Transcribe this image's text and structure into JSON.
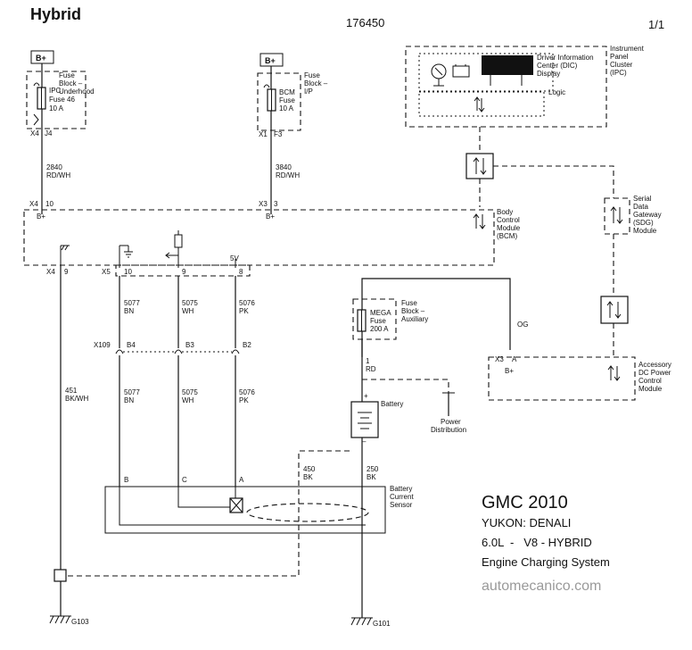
{
  "header": {
    "title": "Hybrid",
    "doc_number": "176450",
    "page": "1/1"
  },
  "supplies": {
    "bplus_1": "B+",
    "bplus_2": "B+"
  },
  "fuse_blocks": {
    "underhood_label": [
      "Fuse",
      "Block –",
      "Underhood"
    ],
    "ipc_fuse": [
      "IPC",
      "Fuse 46",
      "10 A"
    ],
    "ip_label": [
      "Fuse",
      "Block –",
      "I/P"
    ],
    "bcm_fuse": [
      "BCM",
      "Fuse",
      "10 A"
    ],
    "auxiliary_label": [
      "Fuse",
      "Block –",
      "Auxiliary"
    ],
    "mega_fuse": [
      "MEGA",
      "Fuse",
      "200 A"
    ]
  },
  "connectors": {
    "x4_top": "X4",
    "j4": "J4",
    "x1": "X1",
    "f3": "F3",
    "x4_bcm": "X4",
    "pin_10_top": "10",
    "x3_bcm": "X3",
    "pin_3": "3",
    "bcm_bplus_1": "B+",
    "bcm_bplus_2": "B+",
    "x4_bottom": "X4",
    "pin_9_left": "9",
    "x5": "X5",
    "pin_10": "10",
    "pin_9": "9",
    "pin_8": "8",
    "v5": "5V",
    "x109": "X109",
    "b4": "B4",
    "b3": "B3",
    "b2": "B2",
    "x3_dc": "X3",
    "pin_a_dc": "A",
    "dc_bplus": "B+",
    "sensor_b": "B",
    "sensor_c": "C",
    "sensor_a": "A"
  },
  "wires": {
    "w2840": [
      "2840",
      "RD/WH"
    ],
    "w3840": [
      "3840",
      "RD/WH"
    ],
    "w5077_top": [
      "5077",
      "BN"
    ],
    "w5075_top": [
      "5075",
      "WH"
    ],
    "w5076_top": [
      "5076",
      "PK"
    ],
    "w451": [
      "451",
      "BK/WH"
    ],
    "w5077_bot": [
      "5077",
      "BN"
    ],
    "w5075_bot": [
      "5075",
      "WH"
    ],
    "w5076_bot": [
      "5076",
      "PK"
    ],
    "w1": [
      "1",
      "RD"
    ],
    "w450": [
      "450",
      "BK"
    ],
    "w250": [
      "250",
      "BK"
    ],
    "og": "OG"
  },
  "modules": {
    "ipc": [
      "Instrument",
      "Panel",
      "Cluster",
      "(IPC)"
    ],
    "dic": [
      "Driver Information",
      "Center (DIC)",
      "Display"
    ],
    "logic": "Logic",
    "bcm": [
      "Body",
      "Control",
      "Module",
      "(BCM)"
    ],
    "sdg": [
      "Serial",
      "Data",
      "Gateway",
      "(SDG)",
      "Module"
    ],
    "dc": [
      "Accessory",
      "DC Power",
      "Control",
      "Module"
    ],
    "battery": "Battery",
    "power_distribution": [
      "Power",
      "Distribution"
    ],
    "sensor": [
      "Battery",
      "Current",
      "Sensor"
    ]
  },
  "grounds": {
    "g103": "G103",
    "g101": "G101"
  },
  "vehicle": {
    "make_year": "GMC 2010",
    "model": "YUKON: DENALI",
    "engine": "6.0L  -   V8 - HYBRID",
    "system": "Engine Charging System",
    "site": "automecanico.com"
  },
  "colors": {
    "ink": "#111111",
    "background": "#ffffff",
    "site_text": "#9a9a9a"
  }
}
